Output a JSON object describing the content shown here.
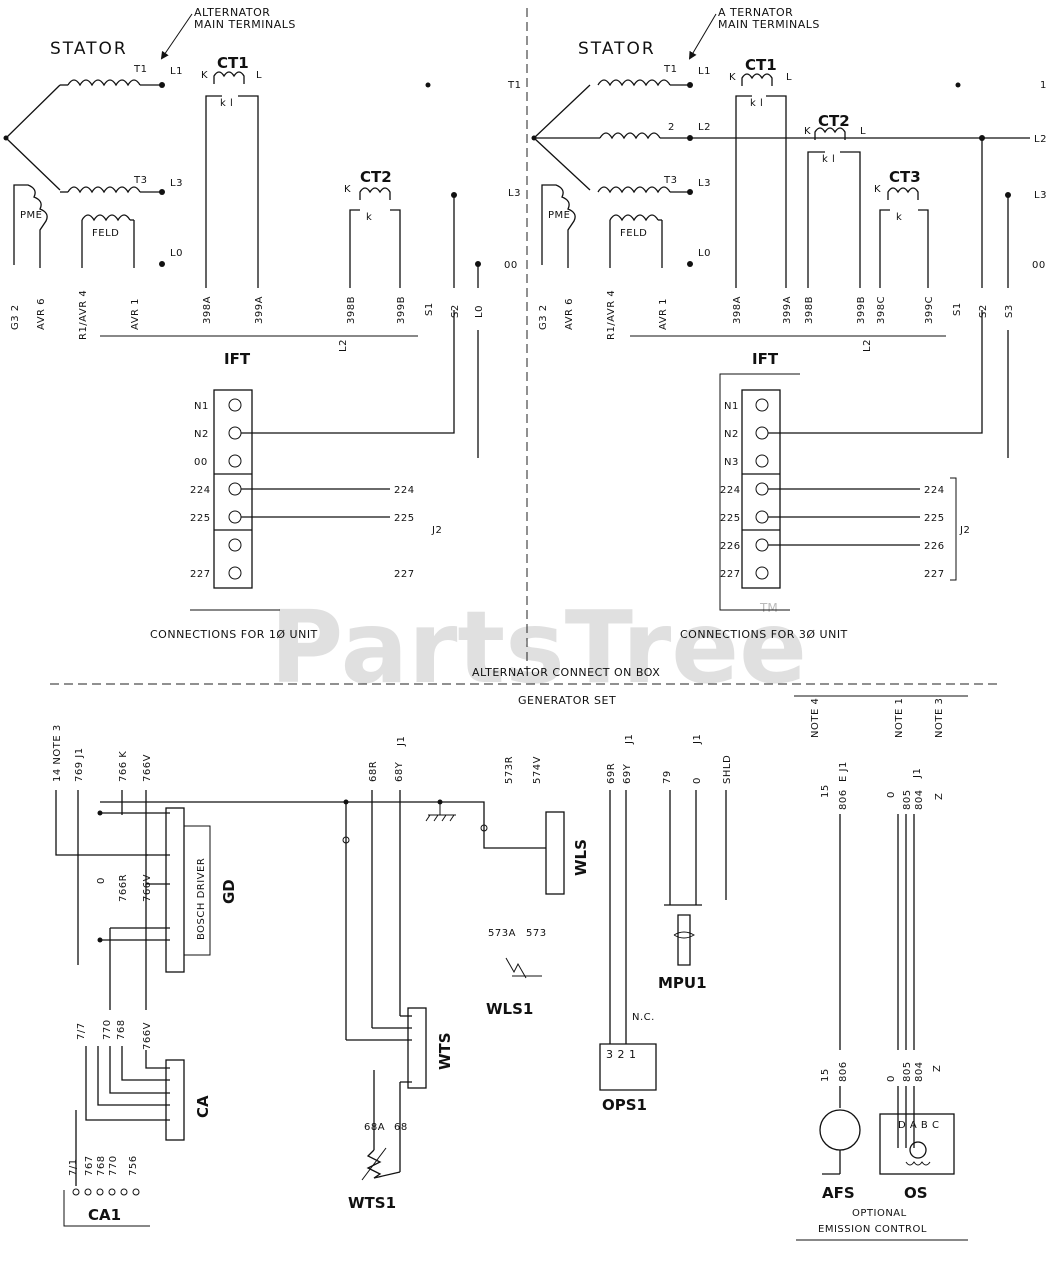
{
  "alternator_main_terminals": [
    "ALTERNATOR",
    "MAIN TERMINALS"
  ],
  "alternator_main_terminals_3ph": [
    "A TERNATOR",
    "MAIN TERMINALS"
  ],
  "stator": "STATOR",
  "ct1": "CT1",
  "ct2": "CT2",
  "ct3": "CT3",
  "ift": "IFT",
  "pme": "PME",
  "field": "FELD",
  "ct_k_upper": "K",
  "ct_l_upper": "L",
  "ct_kl_lower": "k l",
  "ct_k_lower": "k",
  "single_phase": {
    "terminals": [
      "T1",
      "T3"
    ],
    "main_terminals": [
      "L1",
      "L3",
      "L0"
    ],
    "wire_labels": [
      "G3 2",
      "AVR 6",
      "R1/AVR 4",
      "AVR 1",
      "398A",
      "399A",
      "398B",
      "399B",
      "S1",
      "S2",
      "L2",
      "L0"
    ],
    "ift_labels": [
      "N1",
      "N2",
      "00",
      "224",
      "225",
      "227"
    ],
    "harness_labels": [
      "224",
      "225",
      "227"
    ],
    "j2": "J2",
    "footer": "CONNECTIONS FOR 1Ø UNIT"
  },
  "three_phase": {
    "terminals": [
      "T1",
      "2",
      "T3"
    ],
    "main_terminals": [
      "L1",
      "L2",
      "L3",
      "L0"
    ],
    "left_edge": [
      "T1",
      "L3",
      "00"
    ],
    "right_edge": [
      "1",
      "L2",
      "L3",
      "00"
    ],
    "wire_labels": [
      "G3 2",
      "AVR 6",
      "R1/AVR 4",
      "AVR 1",
      "398A",
      "399A",
      "398B",
      "399B",
      "398C",
      "399C",
      "S1",
      "S2",
      "S3",
      "L2"
    ],
    "ift_labels": [
      "N1",
      "N2",
      "N3",
      "224",
      "225",
      "226",
      "227"
    ],
    "harness_labels": [
      "224",
      "225",
      "226",
      "227"
    ],
    "j2": "J2",
    "footer": "CONNECTIONS FOR 3Ø UNIT"
  },
  "alternator_connection_box": "ALTERNATOR CONNECT ON BOX",
  "generator_set": "GENERATOR SET",
  "lower_wires": {
    "gd_block": [
      "14 NOTE 3",
      "769 J1",
      "766 K",
      "766V"
    ],
    "wts_block": [
      "68R",
      "68Y",
      "J1"
    ],
    "wls_block": [
      "573R",
      "574V"
    ],
    "ops_block": [
      "69R",
      "69Y",
      "J1"
    ],
    "mpu_block": [
      "79",
      "0",
      "J1",
      "SHLD"
    ],
    "gd_side": [
      "0",
      "766R",
      "766V"
    ],
    "ca_wires": [
      "7/7",
      "770",
      "768",
      "766V"
    ],
    "ca1_wires": [
      "7/1",
      "767",
      "768",
      "770",
      "756"
    ],
    "wts1_wires": [
      "68A",
      "68"
    ],
    "wls1_wires": [
      "573A",
      "573"
    ],
    "ops_nc": "N.C.",
    "ops_pins": "3 2 1",
    "afs_wires": [
      "15",
      "806"
    ],
    "os_wires": [
      "0",
      "805",
      "804",
      "Z"
    ],
    "emission_top": [
      "NOTE 4",
      "E J1",
      "15",
      "806",
      "NOTE 1",
      "J1",
      "NOTE 3",
      "0",
      "805",
      "804",
      "Z"
    ]
  },
  "components": {
    "gd": "GD",
    "bosch_driver": "BOSCH DRIVER",
    "wts": "WTS",
    "wls": "WLS",
    "mpu1": "MPU1",
    "wls1": "WLS1",
    "ops1": "OPS1",
    "ca": "CA",
    "ca1": "CA1",
    "wts1": "WTS1",
    "afs": "AFS",
    "os": "OS",
    "os_pins": "D A B C"
  },
  "optional_emission_control": [
    "OPTIONAL",
    "EMISSION CONTROL"
  ],
  "watermark": "PartsTree",
  "trademark": "TM"
}
